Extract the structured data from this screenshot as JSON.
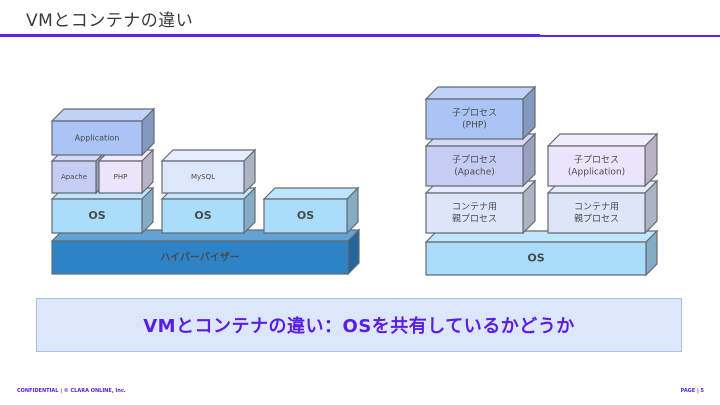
{
  "header": {
    "title": "VMとコンテナの違い"
  },
  "colors": {
    "accent": "#6222ee",
    "app_blue": "#a9c4f5",
    "apache_lilac": "#c6cdf5",
    "php_lavender": "#ece4fb",
    "mysql_pale": "#dde7fb",
    "os_cyan": "#a9ddfb",
    "hypervisor_blue": "#2e83c6",
    "container_parent": "#dde6f9"
  },
  "vm_diagram": {
    "hypervisor": {
      "label": "ハイパーバイザー"
    },
    "guests": [
      {
        "os": "OS",
        "middleware": [
          "Apache",
          "PHP"
        ],
        "application": "Application"
      },
      {
        "os": "OS",
        "middleware": [
          "MySQL"
        ]
      },
      {
        "os": "OS"
      }
    ]
  },
  "container_diagram": {
    "host_os": {
      "label": "OS"
    },
    "containers": [
      {
        "parent": [
          "コンテナ用",
          "親プロセス"
        ],
        "children": [
          [
            "子プロセス",
            "(Apache)"
          ],
          [
            "子プロセス",
            "(PHP)"
          ]
        ]
      },
      {
        "parent": [
          "コンテナ用",
          "親プロセス"
        ],
        "children": [
          [
            "子プロセス",
            "(Application)"
          ]
        ]
      }
    ]
  },
  "summary": {
    "text": "VMとコンテナの違い：OSを共有しているかどうか"
  },
  "footer": {
    "left": "CONFIDENTIAL | © CLARA ONLINE, Inc.",
    "right": "PAGE | 5"
  }
}
